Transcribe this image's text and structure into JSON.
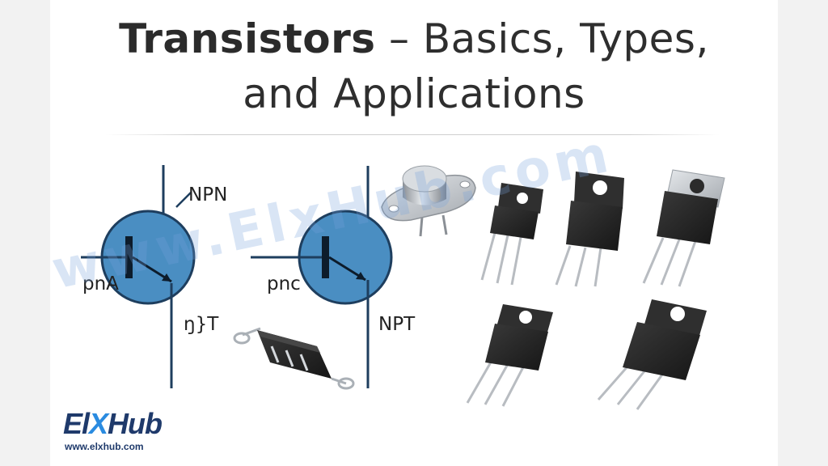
{
  "title": {
    "strong": "Transistors",
    "rest": " – Basics, Types,",
    "line2": "and Applications"
  },
  "labels": {
    "npn_top": "NPN",
    "pna_left": "pnA",
    "njt_bottom": "ŋ}T",
    "pnc_left": "pnc",
    "npt_right": "NPT"
  },
  "watermark": "www.ElxHub.com",
  "logo": {
    "part1": "El",
    "part2": "X",
    "part3": "Hub",
    "url": "www.elxhub.com"
  },
  "colors": {
    "symbol_fill": "#4a8ec2",
    "symbol_stroke": "#1e3e5e",
    "package_black": "#2b2b2b",
    "tab_metal": "#c9cdd2",
    "brand": "#1f3a6b",
    "brand_accent": "#2a8be0"
  }
}
